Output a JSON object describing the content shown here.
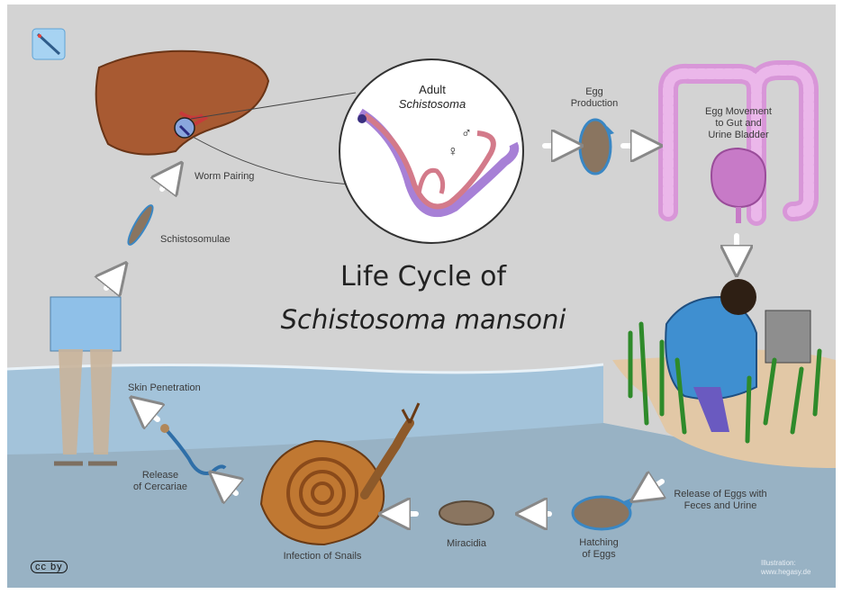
{
  "title": {
    "line1": "Life Cycle of",
    "line2": "Schistosoma mansoni"
  },
  "circle": {
    "line1": "Adult",
    "line2": "Schistosoma",
    "male_symbol": "♂",
    "female_symbol": "♀"
  },
  "stages": {
    "egg_production": [
      "Egg",
      "Production"
    ],
    "egg_movement": [
      "Egg Movement",
      "to Gut and",
      "Urine Bladder"
    ],
    "release_eggs": [
      "Release of Eggs with",
      "Feces and Urine"
    ],
    "hatching": [
      "Hatching",
      "of Eggs"
    ],
    "miracidia": "Miracidia",
    "infection_snails": "Infection of Snails",
    "release_cercariae": [
      "Release",
      "of Cercariae"
    ],
    "skin_penetration": "Skin Penetration",
    "schistosomulae": "Schistosomulae",
    "worm_pairing": "Worm Pairing"
  },
  "credit": [
    "Illustration:",
    "www.hegasy.de"
  ],
  "license": "cc by",
  "colors": {
    "background": "#d3d3d3",
    "water": "#9fbfd6",
    "deep_water": "#94adbf",
    "liver": "#a85a32",
    "intestine": "#e5a6e3",
    "snail": "#b3692a",
    "egg_outline": "#3a87c4"
  }
}
